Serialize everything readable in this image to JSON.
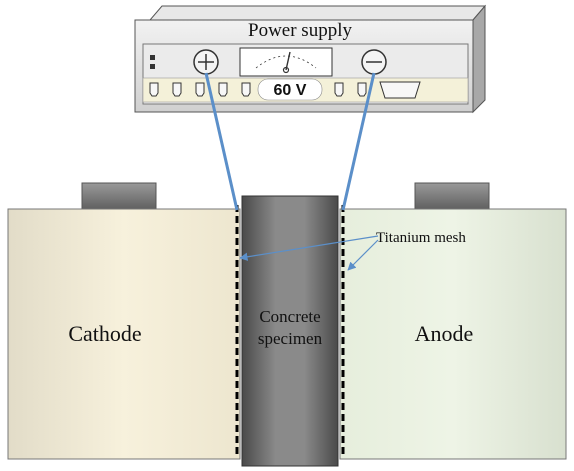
{
  "diagram": {
    "power_supply": {
      "title": "Power supply",
      "voltage": "60 V",
      "positive_symbol": "+",
      "negative_symbol": "−"
    },
    "cathode_label": "Cathode",
    "anode_label": "Anode",
    "specimen_label_line1": "Concrete",
    "specimen_label_line2": "specimen",
    "mesh_label": "Titanium mesh"
  },
  "colors": {
    "cathode_fill": "#f5efd6",
    "anode_fill": "#e8f0df",
    "specimen_fill": "#6e6e6e",
    "wire": "#5b8fc9",
    "mesh_line": "#000000",
    "power_supply_body": "#d9d9d9"
  },
  "icons": {
    "positive_terminal": "plus-circle-icon",
    "negative_terminal": "minus-circle-icon",
    "meter": "analog-meter-icon"
  }
}
